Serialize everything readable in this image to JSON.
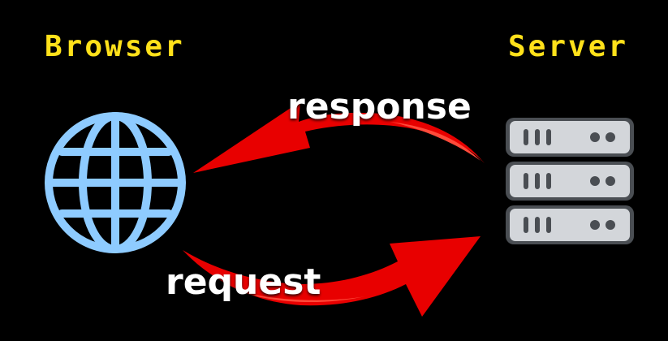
{
  "diagram": {
    "browser": {
      "title": "Browser",
      "icon": "globe-icon"
    },
    "server": {
      "title": "Server",
      "icon": "server-icon",
      "units": 3
    },
    "edges": [
      {
        "label": "response",
        "from": "Server",
        "to": "Browser"
      },
      {
        "label": "request",
        "from": "Browser",
        "to": "Server"
      }
    ]
  },
  "colors": {
    "background": "#000000",
    "title": "#ffe11a",
    "arrow": "#e00000",
    "arrow_light": "#ff2a1a",
    "label": "#ffffff",
    "globe": "#8ecbff",
    "server_body": "#d3d6da",
    "server_dark": "#4a4e53"
  }
}
